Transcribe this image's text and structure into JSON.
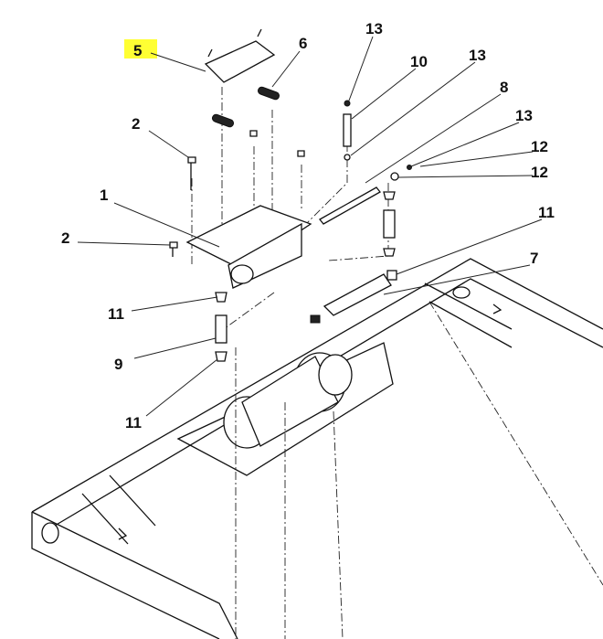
{
  "diagram": {
    "highlight_color": "#ffff33",
    "callouts": [
      {
        "id": "c5",
        "label": "5",
        "highlighted": true
      },
      {
        "id": "c6",
        "label": "6"
      },
      {
        "id": "c13a",
        "label": "13"
      },
      {
        "id": "c10",
        "label": "10"
      },
      {
        "id": "c13b",
        "label": "13"
      },
      {
        "id": "c8",
        "label": "8"
      },
      {
        "id": "c13c",
        "label": "13"
      },
      {
        "id": "c12a",
        "label": "12"
      },
      {
        "id": "c12b",
        "label": "12"
      },
      {
        "id": "c2a",
        "label": "2"
      },
      {
        "id": "c1",
        "label": "1"
      },
      {
        "id": "c2b",
        "label": "2"
      },
      {
        "id": "c11a",
        "label": "11"
      },
      {
        "id": "c7",
        "label": "7"
      },
      {
        "id": "c11b",
        "label": "11"
      },
      {
        "id": "c9",
        "label": "9"
      },
      {
        "id": "c11c",
        "label": "11"
      }
    ]
  }
}
